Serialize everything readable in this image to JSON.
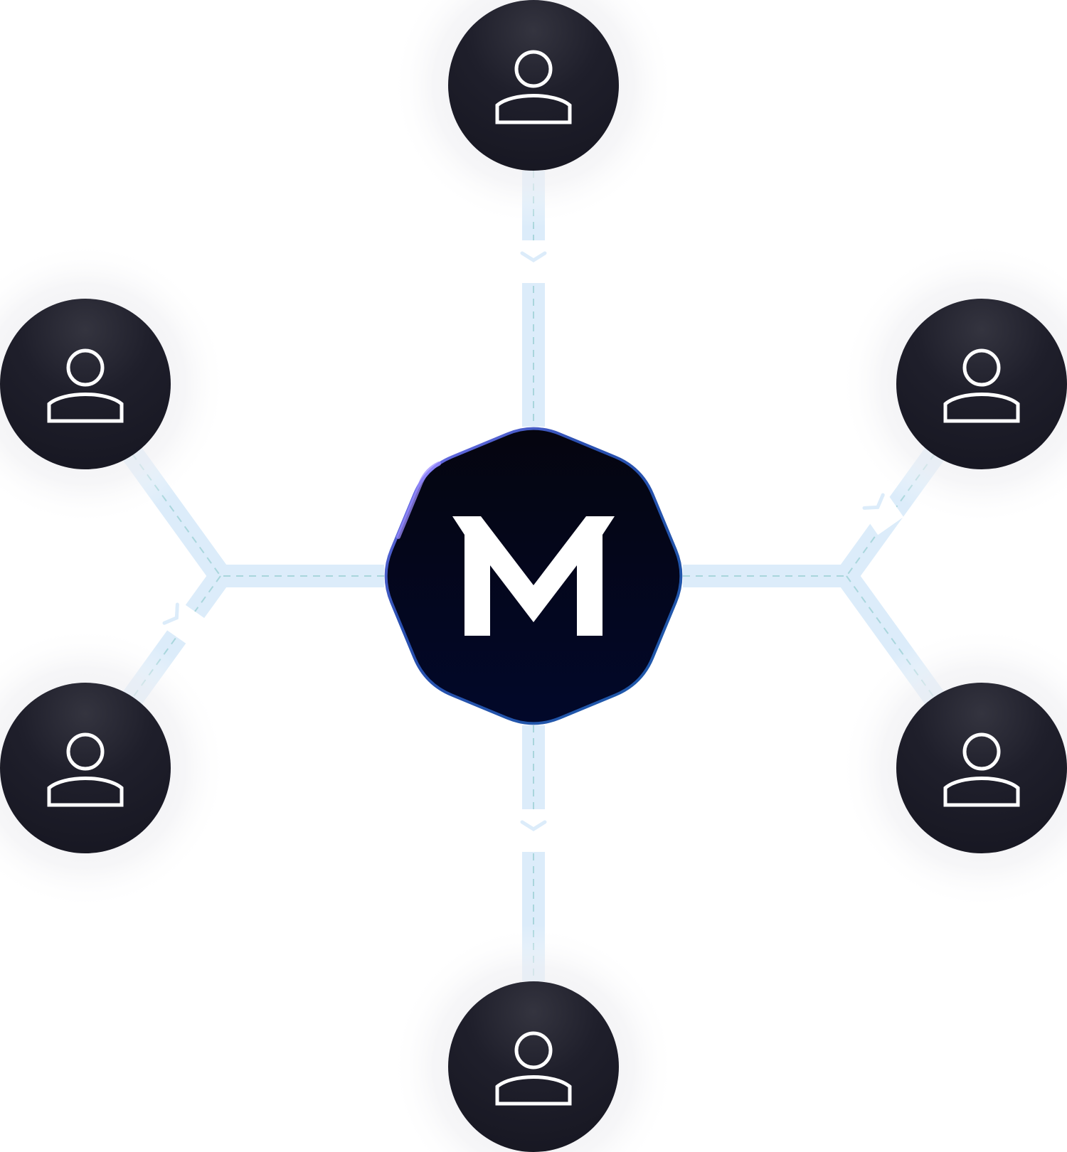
{
  "hub": {
    "logo_letter": "M",
    "fill_top": "#05050f",
    "fill_bottom": "#02082a",
    "border_color": "#1e4a8c",
    "highlight_color": "#7b6cff"
  },
  "nodes": [
    {
      "id": "top",
      "icon": "user-icon"
    },
    {
      "id": "upper-left",
      "icon": "user-icon"
    },
    {
      "id": "upper-right",
      "icon": "user-icon"
    },
    {
      "id": "lower-left",
      "icon": "user-icon"
    },
    {
      "id": "lower-right",
      "icon": "user-icon"
    },
    {
      "id": "bottom",
      "icon": "user-icon"
    }
  ],
  "colors": {
    "node_fill": "#1c1c28",
    "node_highlight": "#2c2c3a",
    "icon_stroke": "#ffffff",
    "connector_band": "#dcecfa",
    "connector_dash": "#a9d6dc",
    "glow": "#ececf0"
  }
}
